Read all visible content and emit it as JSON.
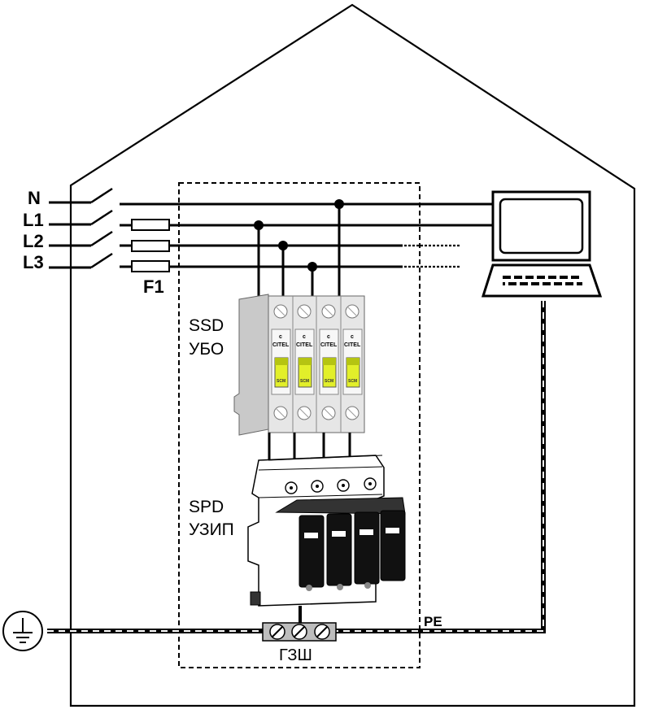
{
  "labels": {
    "n": "N",
    "l1": "L1",
    "l2": "L2",
    "l3": "L3",
    "fuse": "F1",
    "ssd_en": "SSD",
    "ssd_ru": "УБО",
    "spd_en": "SPD",
    "spd_ru": "УЗИП",
    "pe": "PE",
    "earth_bar": "ГЗШ",
    "module_brand": "CITEL",
    "module_marker": "c",
    "switch_text": "SCM"
  },
  "colors": {
    "line": "#000000",
    "device_body": "#e6e6e6",
    "device_shadow": "#c9c9c9",
    "lever": "#e2ef2a",
    "spd_cartridge": "#111111",
    "terminal_bar": "#bdbdbd"
  },
  "icons": [
    "ground-icon",
    "computer-icon"
  ]
}
